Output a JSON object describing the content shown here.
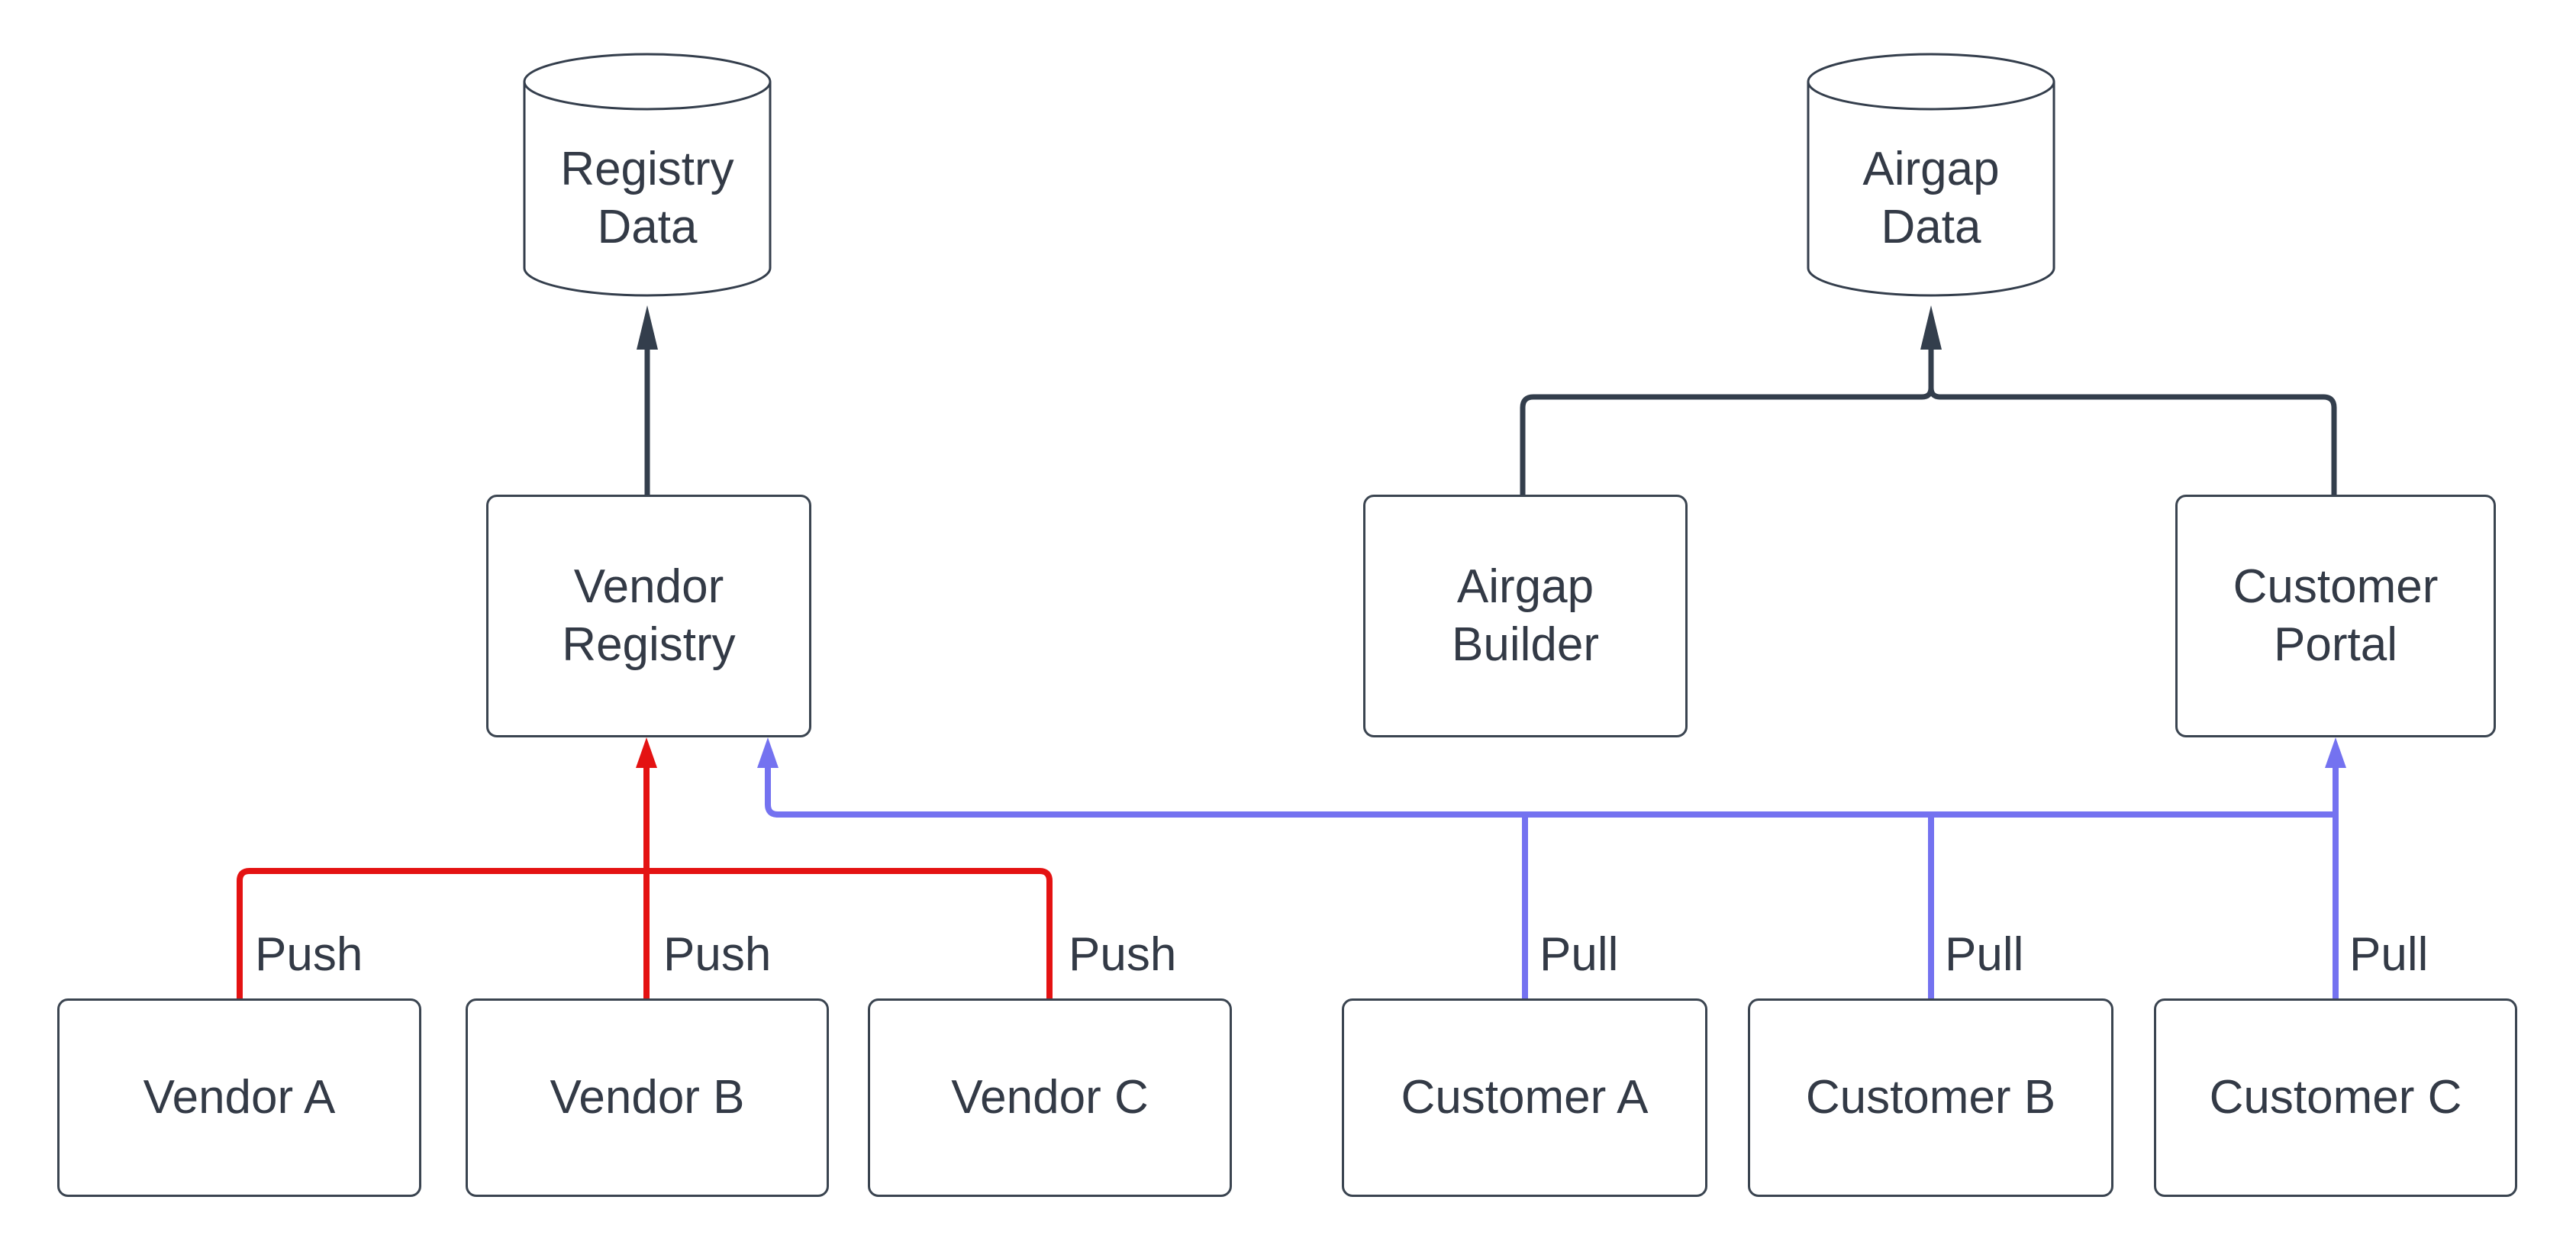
{
  "diagram_type": "flowchart",
  "nodes": {
    "registry_data": {
      "shape": "cylinder",
      "line1": "Registry",
      "line2": "Data"
    },
    "airgap_data": {
      "shape": "cylinder",
      "line1": "Airgap",
      "line2": "Data"
    },
    "vendor_registry": {
      "shape": "rect",
      "line1": "Vendor",
      "line2": "Registry"
    },
    "airgap_builder": {
      "shape": "rect",
      "line1": "Airgap",
      "line2": "Builder"
    },
    "customer_portal": {
      "shape": "rect",
      "line1": "Customer",
      "line2": "Portal"
    },
    "vendor_a": {
      "shape": "rect",
      "label": "Vendor A"
    },
    "vendor_b": {
      "shape": "rect",
      "label": "Vendor B"
    },
    "vendor_c": {
      "shape": "rect",
      "label": "Vendor C"
    },
    "customer_a": {
      "shape": "rect",
      "label": "Customer A"
    },
    "customer_b": {
      "shape": "rect",
      "label": "Customer B"
    },
    "customer_c": {
      "shape": "rect",
      "label": "Customer C"
    }
  },
  "edge_labels": {
    "push": "Push",
    "pull": "Pull"
  },
  "edges": [
    {
      "from": "Vendor A",
      "to": "Vendor Registry",
      "label": "Push",
      "color": "#e41212"
    },
    {
      "from": "Vendor B",
      "to": "Vendor Registry",
      "label": "Push",
      "color": "#e41212"
    },
    {
      "from": "Vendor C",
      "to": "Vendor Registry",
      "label": "Push",
      "color": "#e41212"
    },
    {
      "from": "Customer A",
      "to": "Vendor Registry",
      "label": "Pull",
      "color": "#7472f0"
    },
    {
      "from": "Customer B",
      "to": "Vendor Registry",
      "label": "Pull",
      "color": "#7472f0"
    },
    {
      "from": "Customer C",
      "to": "Customer Portal",
      "label": "Pull",
      "color": "#7472f0"
    },
    {
      "from": "Vendor Registry",
      "to": "Registry Data",
      "label": "",
      "color": "#333e4c"
    },
    {
      "from": "Airgap Builder",
      "to": "Airgap Data",
      "label": "",
      "color": "#333e4c"
    },
    {
      "from": "Customer Portal",
      "to": "Airgap Data",
      "label": "",
      "color": "#333e4c"
    }
  ],
  "colors": {
    "background": "#ffffff",
    "node_fill": "#ffffff",
    "node_border": "#3a4450",
    "text": "#333a46",
    "push_red": "#e41212",
    "pull_blue": "#7472f0",
    "dark_connector": "#333e4c"
  }
}
